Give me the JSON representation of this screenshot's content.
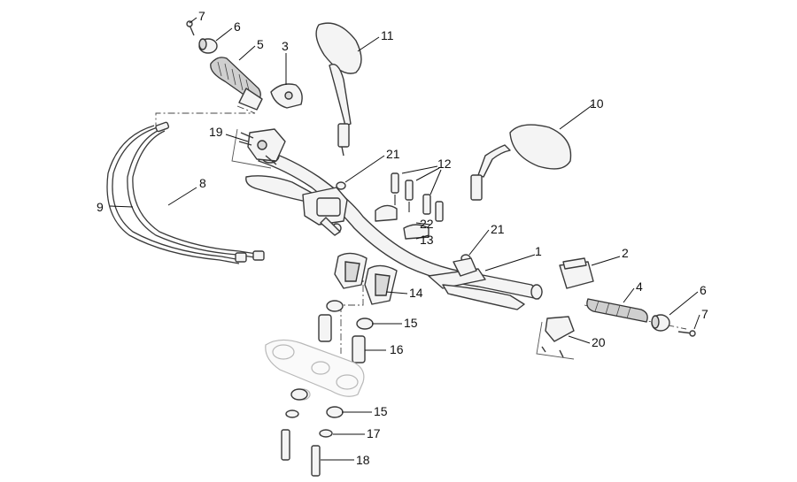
{
  "diagram": {
    "type": "exploded-parts-diagram",
    "callouts": [
      {
        "id": "c7a",
        "text": "7"
      },
      {
        "id": "c6a",
        "text": "6"
      },
      {
        "id": "c5",
        "text": "5"
      },
      {
        "id": "c3",
        "text": "3"
      },
      {
        "id": "c11",
        "text": "11"
      },
      {
        "id": "c10",
        "text": "10"
      },
      {
        "id": "c19",
        "text": "19"
      },
      {
        "id": "c21a",
        "text": "21"
      },
      {
        "id": "c12",
        "text": "12"
      },
      {
        "id": "c8",
        "text": "8"
      },
      {
        "id": "c9",
        "text": "9"
      },
      {
        "id": "c22",
        "text": "22"
      },
      {
        "id": "c13",
        "text": "13"
      },
      {
        "id": "c21b",
        "text": "21"
      },
      {
        "id": "c1",
        "text": "1"
      },
      {
        "id": "c2",
        "text": "2"
      },
      {
        "id": "c4",
        "text": "4"
      },
      {
        "id": "c6b",
        "text": "6"
      },
      {
        "id": "c7b",
        "text": "7"
      },
      {
        "id": "c14",
        "text": "14"
      },
      {
        "id": "c15a",
        "text": "15"
      },
      {
        "id": "c20",
        "text": "20"
      },
      {
        "id": "c16",
        "text": "16"
      },
      {
        "id": "c15b",
        "text": "15"
      },
      {
        "id": "c17",
        "text": "17"
      },
      {
        "id": "c18",
        "text": "18"
      }
    ]
  }
}
